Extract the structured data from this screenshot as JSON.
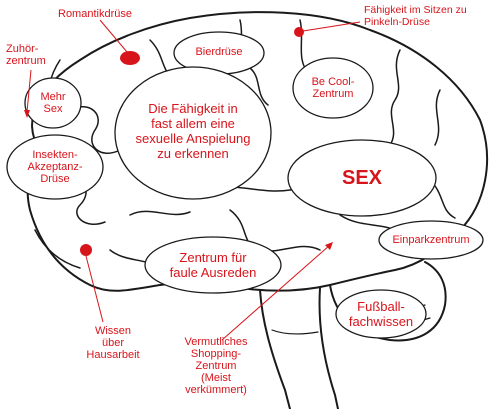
{
  "labels": {
    "romantikdruese": "Romantikdrüse",
    "faehigkeit_sitzen": "Fähigkeit im Sitzen zu\nPinkeln-Drüse",
    "zuhoerzentrum": "Zuhör-\nzentrum",
    "bierdruese": "Bierdrüse",
    "mehr_sex": "Mehr\nSex",
    "sexuelle_anspielung": "Die Fähigkeit in\nfast allem eine\nsexuelle Anspielung\nzu erkennen",
    "be_cool": "Be Cool-\nZentrum",
    "insekten": "Insekten-\nAkzeptanz-\nDrüse",
    "sex": "SEX",
    "einparkzentrum": "Einparkzentrum",
    "faule_ausreden": "Zentrum für\nfaule Ausreden",
    "fussball": "Fußball-\nfachwissen",
    "hausarbeit": "Wissen\nüber\nHausarbeit",
    "shopping": "Vermutliches\nShopping-\nZentrum\n(Meist\nverkümmert)"
  },
  "colors": {
    "label_red": "#d8141b",
    "outline": "#1a1a1a",
    "bubble_fill": "#ffffff"
  }
}
